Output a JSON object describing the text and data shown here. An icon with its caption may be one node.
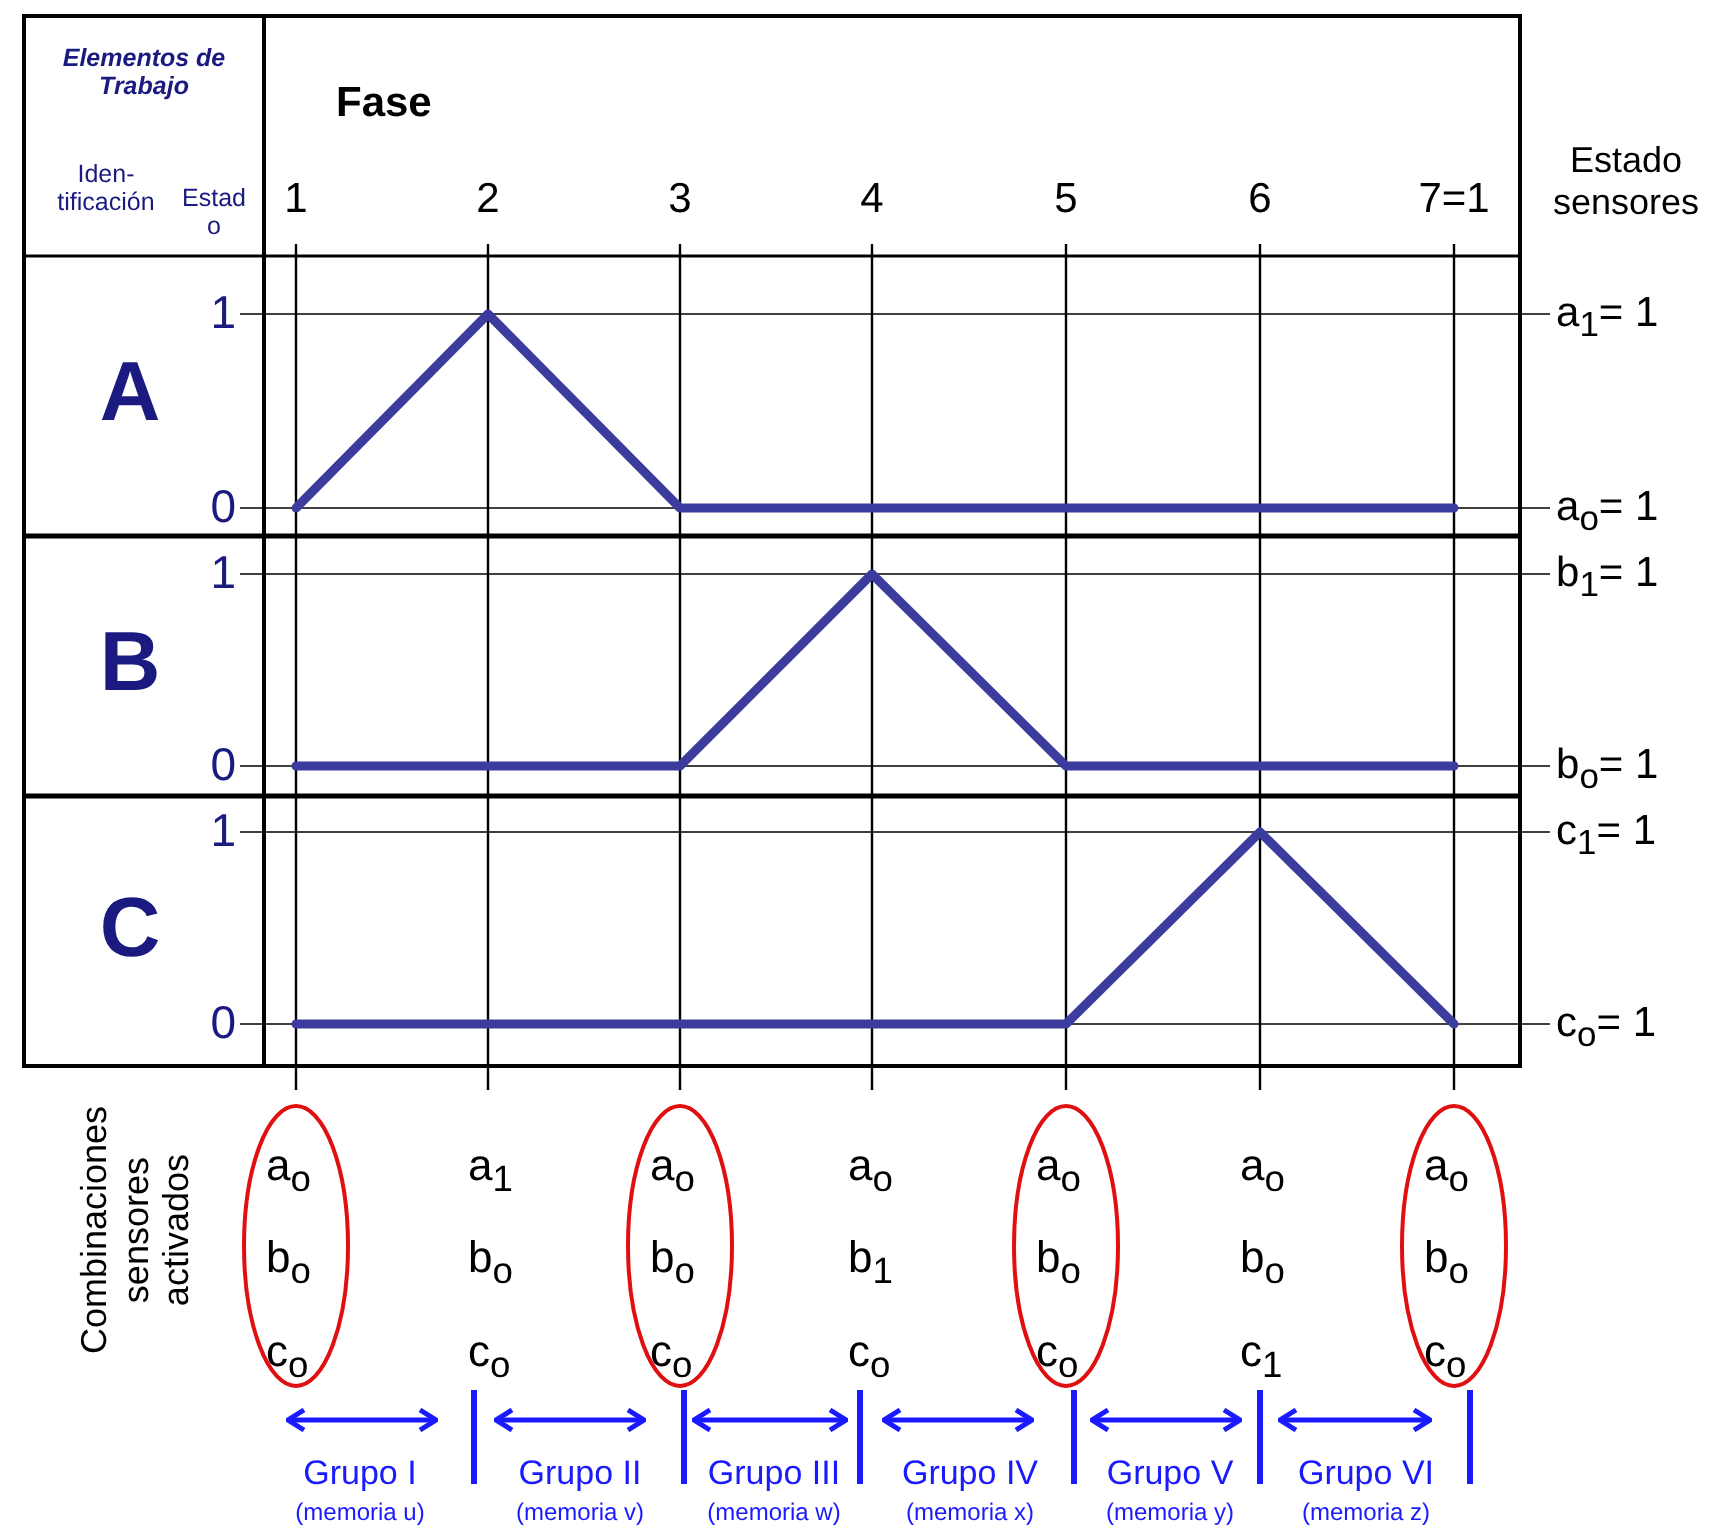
{
  "diagram": {
    "nodes": [
      {
        "text": [
          "a$_{o}$ b$_{o}$ c$_{o}$"
        ]
      },
      {
        "text": [
          "a$_{o}$ b$_{o}$ c$_{o}$"
        ]
      },
      {
        "text": [
          "a$_{o}$ b$_{o}$ c$_{o}$"
        ]
      },
      {
        "text": [
          "a$_{o}$ b$_{o}$ c$_{o}$"
        ]
      }
    ],
    "labels": [
      "Elementos de Trabajo",
      "Fase",
      "Iden- tificación",
      "Estad o",
      "1",
      "2",
      "3",
      "4",
      "5",
      "6",
      "7=1",
      "Estado sensores",
      "1",
      "a$_{1}$= 1",
      "A",
      "0",
      "a$_{o}$= 1",
      "1",
      "b$_{1}$= 1",
      "B",
      "0",
      "b$_{o}$= 1",
      "1",
      "c$_{1}$= 1",
      "C",
      "0",
      "c$_{o}$= 1",
      "Combinaciones sensores activados",
      "a$_{1}$ b$_{o}$ c$_{o}$",
      "a$_{o}$ b$_{1}$ c$_{o}$",
      "a$_{o}$ b$_{o}$ c$_{1}$",
      "Grupo I",
      "Grupo II",
      "Grupo III",
      "Grupo IV",
      "Grupo V",
      "Grupo VI",
      "(memoria u)",
      "(memoria v)",
      "(memoria w)",
      "(memoria x)",
      "(memoria y)",
      "(memoria z)"
    ]
  }
}
